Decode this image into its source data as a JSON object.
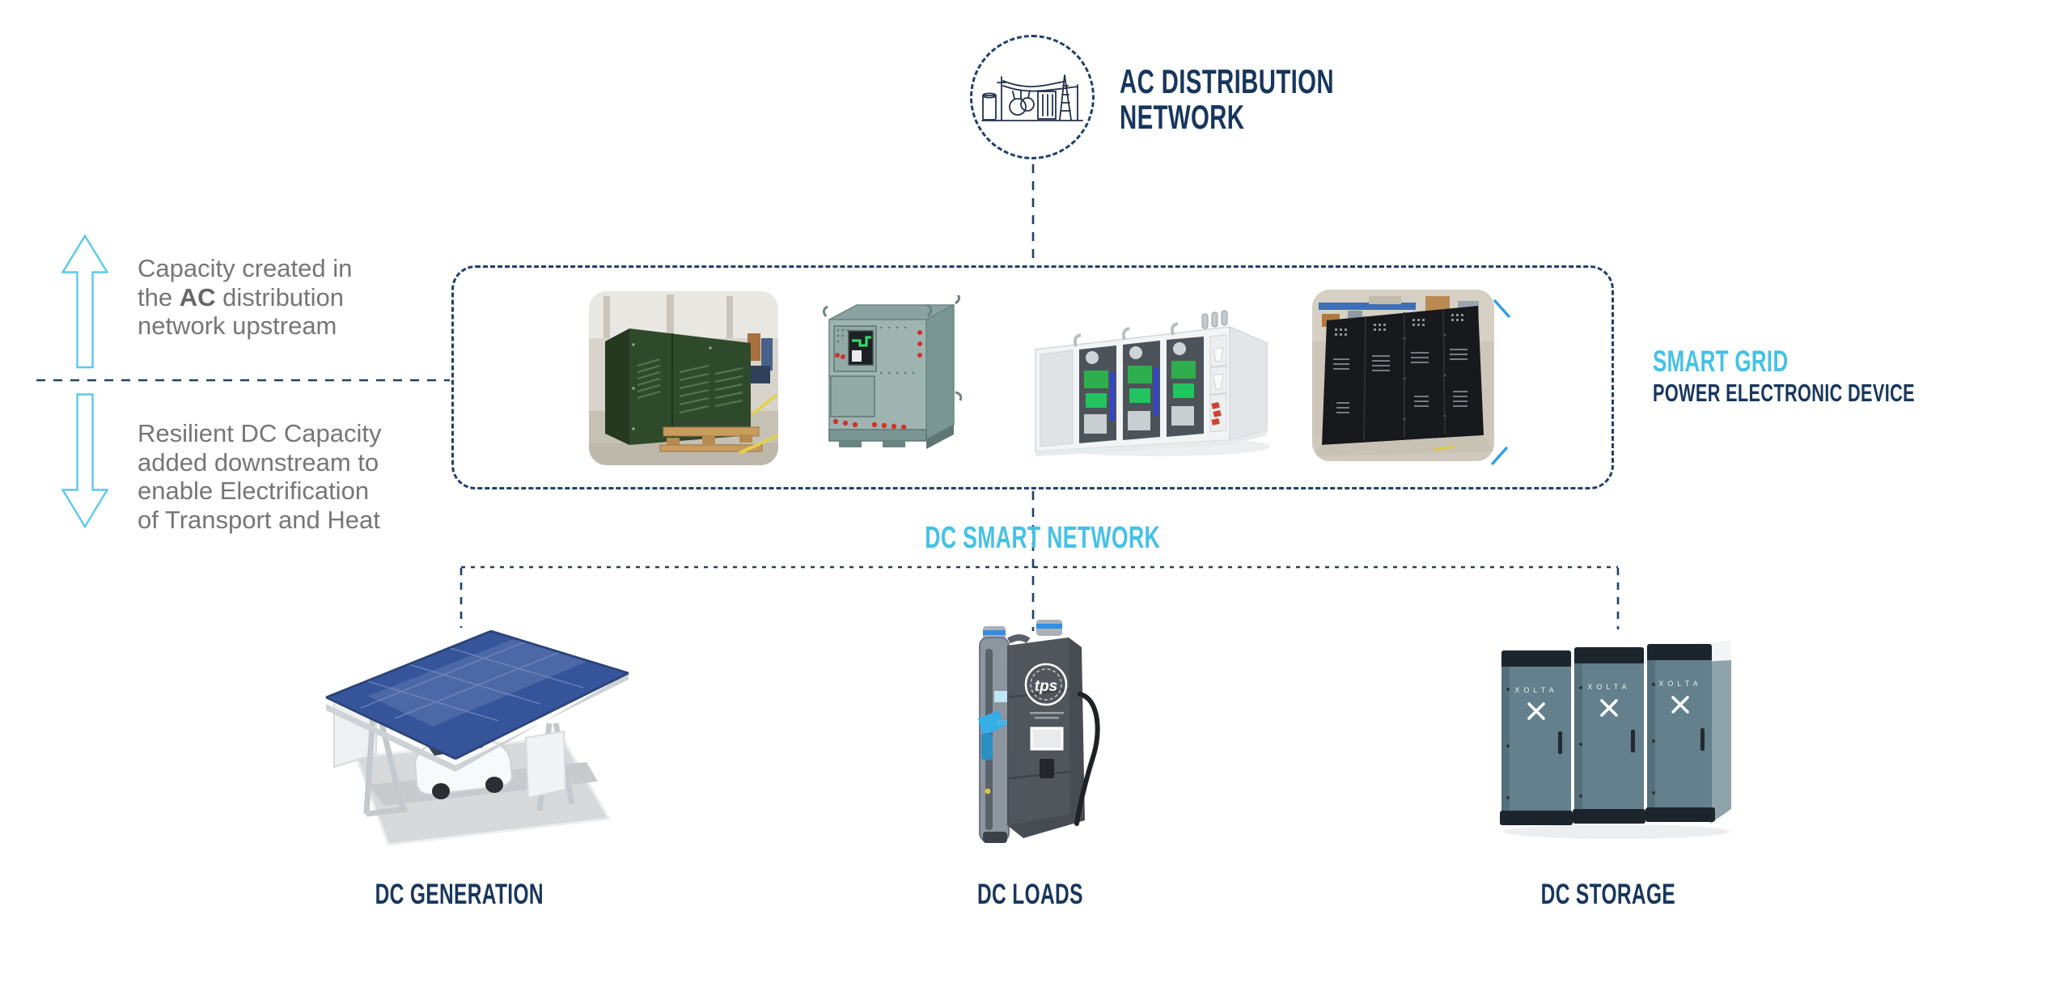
{
  "colors": {
    "navy_text": "#17365d",
    "cyan_accent": "#45c1e6",
    "gray_text": "#767676",
    "dashed_line": "#20406b",
    "arrow_outline": "#5ac9ef"
  },
  "icons": {
    "top_node": "substation-icon",
    "upstream": "up-arrow-icon",
    "downstream": "down-arrow-icon"
  },
  "ac_network": {
    "title_line1": "AC DISTRIBUTION",
    "title_line2": "NETWORK"
  },
  "annotations": {
    "upstream": {
      "line1": "Capacity created in",
      "line2_pre": "the ",
      "line2_bold": "AC",
      "line2_post": " distribution",
      "line3": "network upstream"
    },
    "downstream": {
      "line1": "Resilient DC Capacity",
      "line2": "added downstream to",
      "line3": "enable Electrification",
      "line4": "of Transport and Heat"
    }
  },
  "smart_grid": {
    "title": "SMART GRID",
    "subtitle": "POWER ELECTRONIC DEVICE",
    "photos": [
      {
        "name": "green-transformer-cabinet-photo"
      },
      {
        "name": "converter-cabinet-render"
      },
      {
        "name": "modular-power-rack-render"
      },
      {
        "name": "black-panel-assembly-photo"
      }
    ]
  },
  "dc_network": {
    "label": "DC SMART NETWORK"
  },
  "bottom": {
    "generation": {
      "label": "DC GENERATION",
      "image": "solar-carport-image"
    },
    "loads": {
      "label": "DC LOADS",
      "image": "ev-charger-image",
      "logo_text": "tps"
    },
    "storage": {
      "label": "DC STORAGE",
      "image": "battery-cabinet-image",
      "brand_text": "XOLTA"
    }
  }
}
